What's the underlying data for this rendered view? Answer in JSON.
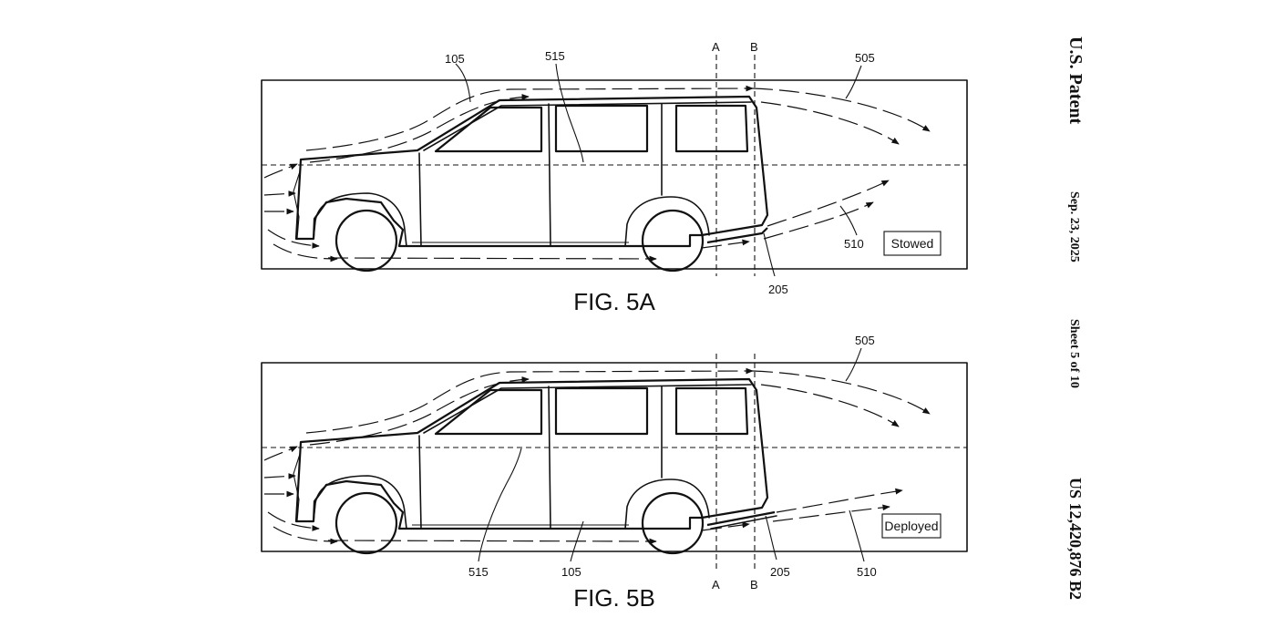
{
  "header": {
    "office": "U.S. Patent",
    "date": "Sep. 23, 2025",
    "sheet": "Sheet 5 of 10",
    "patent_number": "US 12,420,876 B2"
  },
  "figures": [
    {
      "caption": "FIG. 5A",
      "state_label": "Stowed",
      "section_a": "A",
      "section_b": "B",
      "refs": {
        "vehicle": "105",
        "surface": "515",
        "upper_flow": "505",
        "lower_flow": "510",
        "device": "205"
      }
    },
    {
      "caption": "FIG. 5B",
      "state_label": "Deployed",
      "section_a": "A",
      "section_b": "B",
      "refs": {
        "vehicle": "105",
        "surface": "515",
        "upper_flow": "505",
        "lower_flow": "510",
        "device": "205"
      }
    }
  ]
}
